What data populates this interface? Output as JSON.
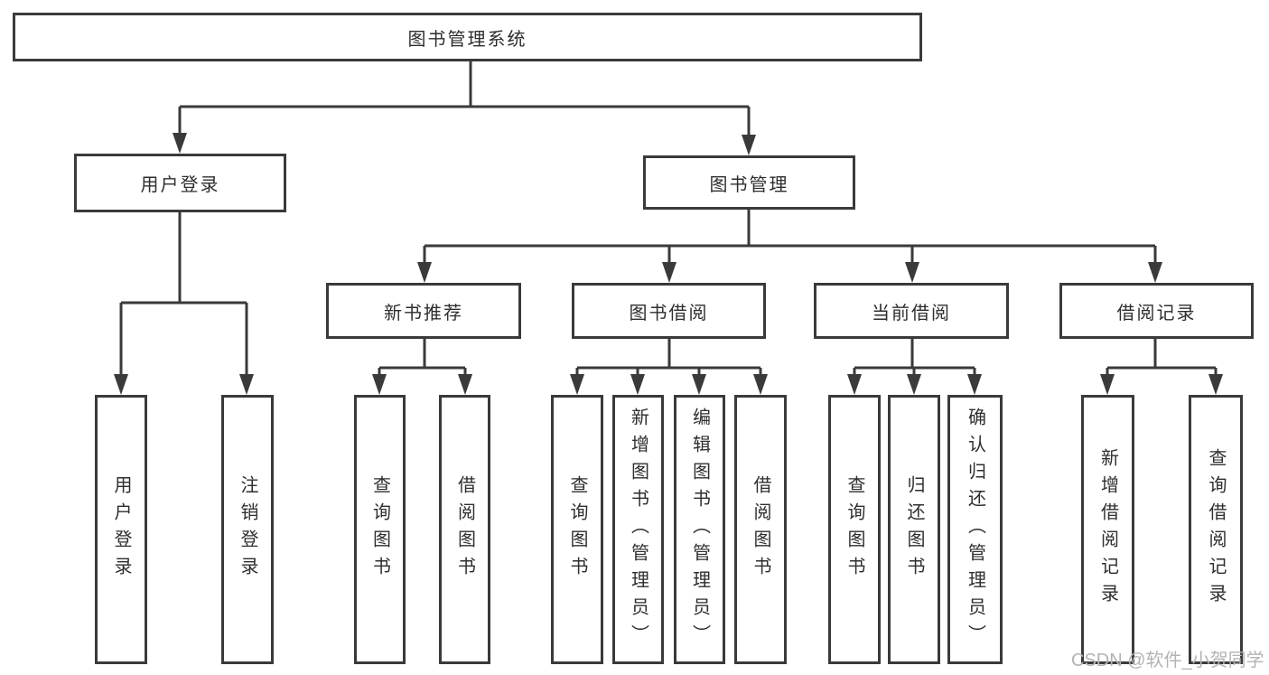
{
  "diagram_type": "functional-structure-tree",
  "colors": {
    "background": "#ffffff",
    "box_border": "#3a3a3a",
    "box_fill": "#ffffff",
    "text": "#2e2e2e",
    "connector": "#3a3a3a",
    "watermark": "#b3b3b3"
  },
  "tree": {
    "label": "图书管理系统",
    "children": [
      {
        "label": "用户登录",
        "children": [
          {
            "label": "用户登录"
          },
          {
            "label": "注销登录"
          }
        ]
      },
      {
        "label": "图书管理",
        "children": [
          {
            "label": "新书推荐",
            "children": [
              {
                "label": "查询图书"
              },
              {
                "label": "借阅图书"
              }
            ]
          },
          {
            "label": "图书借阅",
            "children": [
              {
                "label": "查询图书"
              },
              {
                "label": "新增图书（管理员）"
              },
              {
                "label": "编辑图书（管理员）"
              },
              {
                "label": "借阅图书"
              }
            ]
          },
          {
            "label": "当前借阅",
            "children": [
              {
                "label": "查询图书"
              },
              {
                "label": "归还图书"
              },
              {
                "label": "确认归还（管理员）"
              }
            ]
          },
          {
            "label": "借阅记录",
            "children": [
              {
                "label": "新增借阅记录"
              },
              {
                "label": "查询借阅记录"
              }
            ]
          }
        ]
      }
    ]
  },
  "watermark": {
    "text": "CSDN @软件_小贺同学"
  }
}
